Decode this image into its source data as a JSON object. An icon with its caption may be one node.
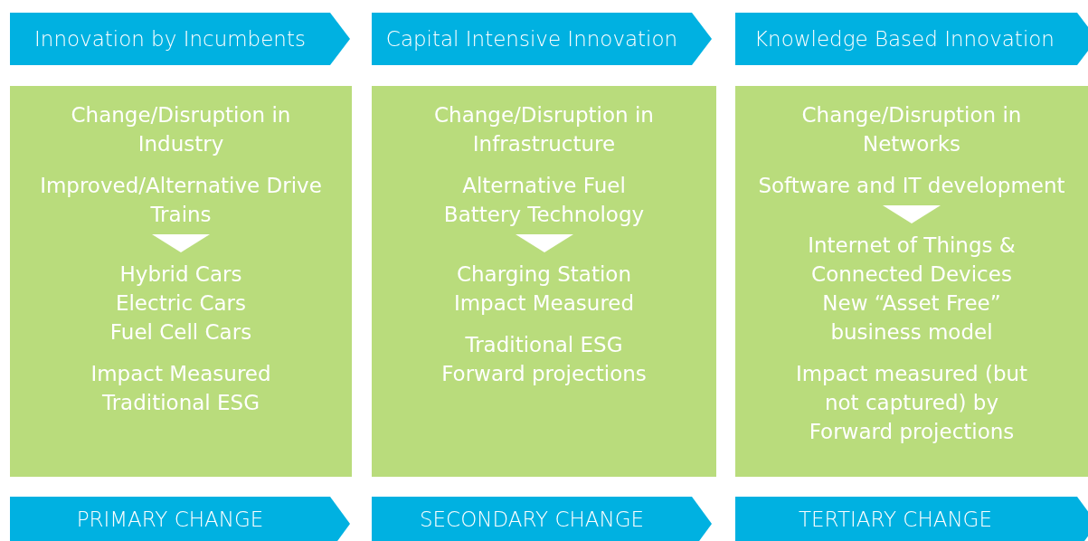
{
  "diagram": {
    "nodes": [
      {
        "text": [
          "Innovation by Incumbents"
        ]
      },
      {
        "text": [
          "Capital Intensive Innovation"
        ]
      },
      {
        "text": [
          "Knowledge Based Innovation"
        ]
      },
      {
        "text": [
          "Change/Disruption in Industry",
          "Improved/Alternative Drive Trains",
          "Hybrid Cars",
          "Electric Cars",
          "Fuel Cell Cars",
          "Impact Measured",
          "Traditional ESG"
        ]
      },
      {
        "text": [
          "Change/Disruption in Infrastructure",
          "Alternative Fuel",
          "Battery Technology",
          "Charging Station",
          "Impact Measured",
          "Traditional ESG",
          "Forward projections"
        ]
      },
      {
        "text": [
          "Change/Disruption in Networks",
          "Software and IT development",
          "Internet of Things & Connected Devices",
          "New “Asset Free” business model",
          "Impact measured (but not captured) by Forward projections"
        ]
      },
      {
        "text": [
          "PRIMARY CHANGE"
        ]
      },
      {
        "text": [
          "SECONDARY CHANGE"
        ]
      },
      {
        "text": [
          "TERTIARY CHANGE"
        ]
      }
    ],
    "edges": []
  }
}
